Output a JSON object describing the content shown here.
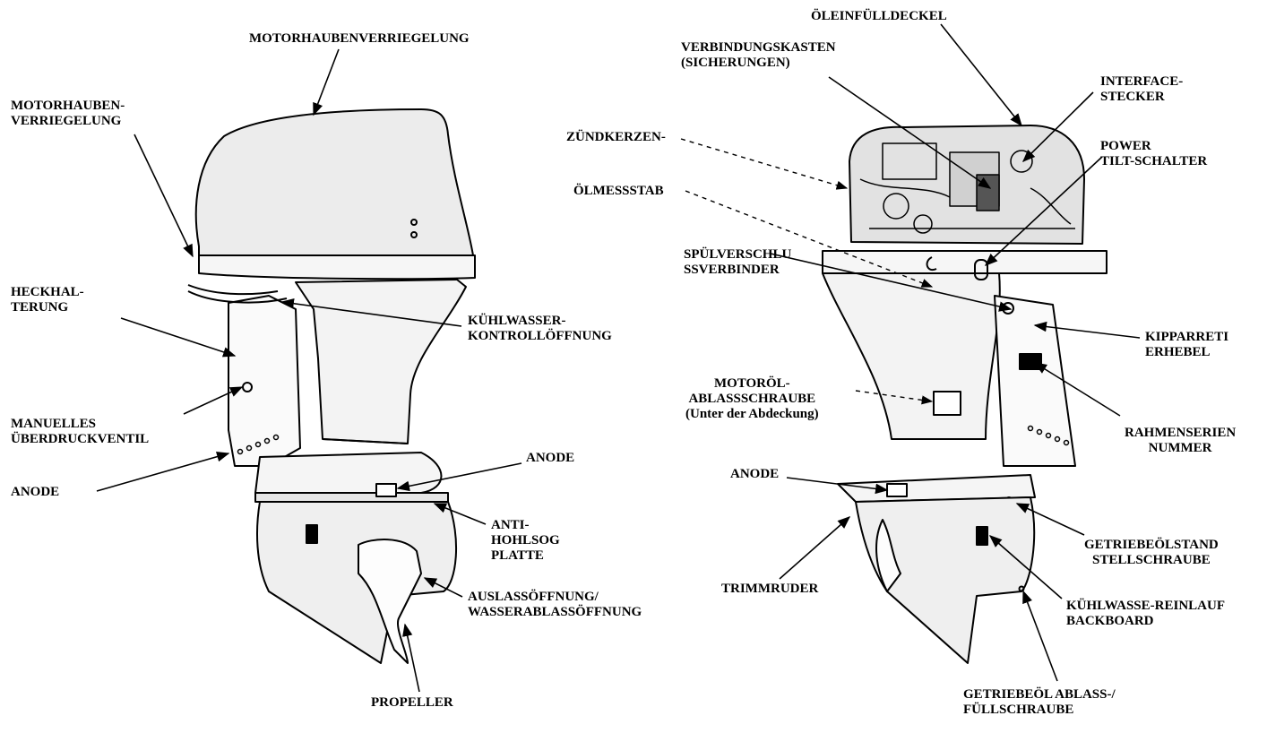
{
  "labels": {
    "motorhaubenverriegelung_top": "MOTORHAUBENVERRIEGELUNG",
    "motorhauben_1": "MOTORHAUBEN-",
    "motorhauben_2": "VERRIEGELUNG",
    "heckhalterung_1": "HECKHAL-",
    "heckhalterung_2": "TERUNG",
    "kuehlwasser_kontroll_1": "KÜHLWASSER-",
    "kuehlwasser_kontroll_2": "KONTROLLÖFFNUNG",
    "manuelles_1": "MANUELLES",
    "manuelles_2": "ÜBERDRUCKVENTIL",
    "anode_left_lower": "ANODE",
    "anode_left_mid": "ANODE",
    "antihohlsog_1": "ANTI-",
    "antihohlsog_2": "HOHLSOG",
    "antihohlsog_3": "PLATTE",
    "auslass_1": "AUSLASSÖFFNUNG/",
    "auslass_2": "WASSERABLASSÖFFNUNG",
    "propeller": "PROPELLER",
    "oeleinfuell": "ÖLEINFÜLLDECKEL",
    "verbindung_1": "VERBINDUNGSKASTEN",
    "verbindung_2": "(SICHERUNGEN)",
    "interface_1": "INTERFACE-",
    "interface_2": "STECKER",
    "zuendkerzen": "ZÜNDKERZEN-",
    "power_1": "POWER",
    "power_2": "TILT-SCHALTER",
    "oelmessstab": "ÖLMESSSTAB",
    "spuel_1": "SPÜLVERSCHLU",
    "spuel_2": "SSVERBINDER",
    "kipp_1": "KIPPARRETI",
    "kipp_2": "ERHEBEL",
    "motoroel_1": "MOTORÖL-",
    "motoroel_2": "ABLASSSCHRAUBE",
    "motoroel_3": "(Unter der Abdeckung)",
    "rahmen_1": "RAHMENSERIEN",
    "rahmen_2": "NUMMER",
    "anode_right": "ANODE",
    "getriebe_stand_1": "GETRIEBEÖLSTAND",
    "getriebe_stand_2": "STELLSCHRAUBE",
    "trimmruder": "TRIMMRUDER",
    "kuehlwasser_einlauf_1": "KÜHLWASSE-REINLAUF",
    "kuehlwasser_einlauf_2": "BACKBOARD",
    "getriebe_ablass_1": "GETRIEBEÖL ABLASS-/",
    "getriebe_ablass_2": "FÜLLSCHRAUBE"
  }
}
